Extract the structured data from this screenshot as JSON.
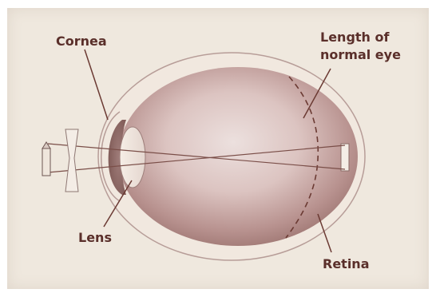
{
  "labels": {
    "cornea": "Cornea",
    "length_line1": "Length of",
    "length_line2": "normal eye",
    "lens": "Lens",
    "retina": "Retina"
  },
  "colors": {
    "label_text": "#5a2f2a",
    "leader_line": "#6b3a33",
    "background": "#efe8de",
    "eye_fill": "#c8a8a5",
    "sclera_outline": "#b09590"
  }
}
